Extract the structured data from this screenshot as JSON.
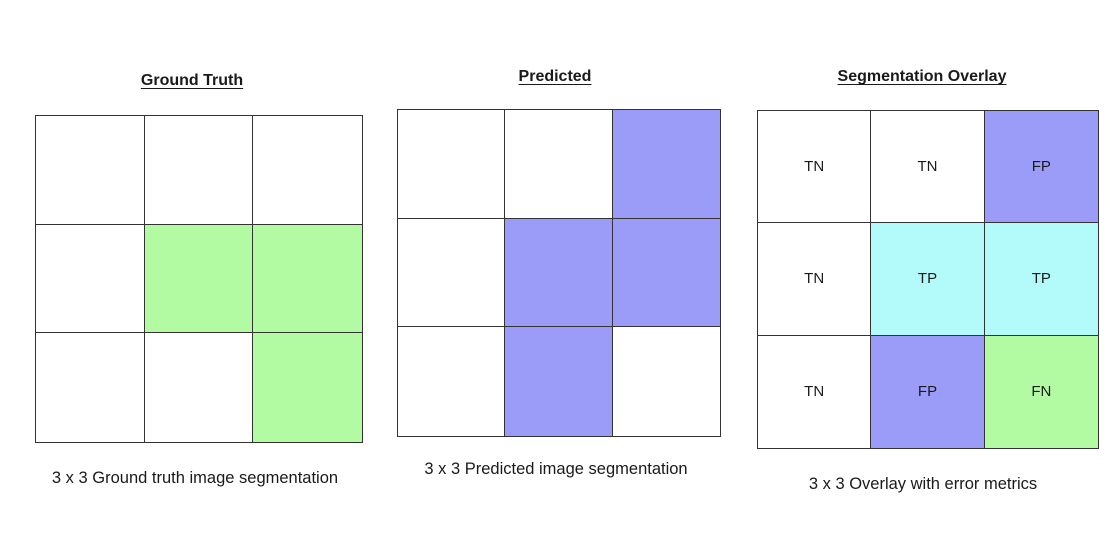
{
  "colors": {
    "white": "#ffffff",
    "green": "#b3fba3",
    "purple": "#9b9cf8",
    "cyan": "#b3fafb"
  },
  "panels": [
    {
      "title": "Ground Truth",
      "caption": "3 x 3 Ground truth image segmentation",
      "cells": [
        [
          "white",
          "white",
          "white"
        ],
        [
          "white",
          "green",
          "green"
        ],
        [
          "white",
          "white",
          "green"
        ]
      ],
      "labels": [
        [
          "",
          "",
          ""
        ],
        [
          "",
          "",
          ""
        ],
        [
          "",
          "",
          ""
        ]
      ]
    },
    {
      "title": "Predicted",
      "caption": "3 x 3 Predicted image segmentation",
      "cells": [
        [
          "white",
          "white",
          "purple"
        ],
        [
          "white",
          "purple",
          "purple"
        ],
        [
          "white",
          "purple",
          "white"
        ]
      ],
      "labels": [
        [
          "",
          "",
          ""
        ],
        [
          "",
          "",
          ""
        ],
        [
          "",
          "",
          ""
        ]
      ]
    },
    {
      "title": "Segmentation Overlay",
      "caption": "3 x 3 Overlay with error metrics",
      "cells": [
        [
          "white",
          "white",
          "purple"
        ],
        [
          "white",
          "cyan",
          "cyan"
        ],
        [
          "white",
          "purple",
          "green"
        ]
      ],
      "labels": [
        [
          "TN",
          "TN",
          "FP"
        ],
        [
          "TN",
          "TP",
          "TP"
        ],
        [
          "TN",
          "FP",
          "FN"
        ]
      ]
    }
  ]
}
